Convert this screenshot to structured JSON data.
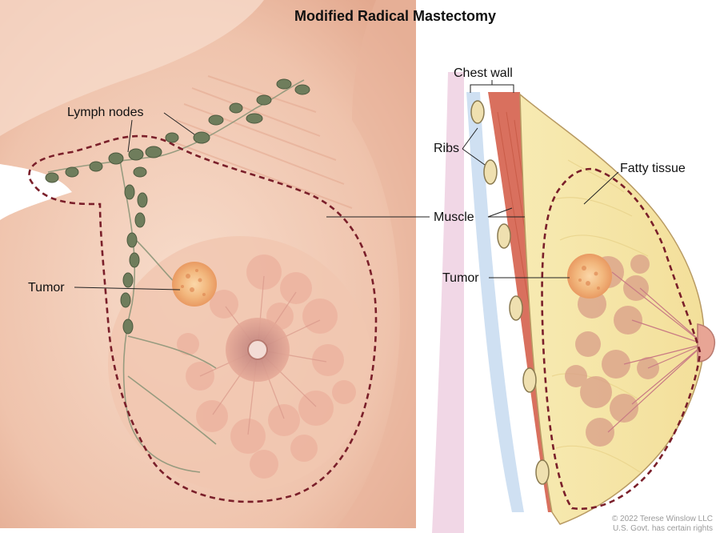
{
  "title": "Modified Radical Mastectomy",
  "labels": {
    "lymph_nodes": "Lymph nodes",
    "tumor_front": "Tumor",
    "chest_wall": "Chest wall",
    "ribs": "Ribs",
    "fatty_tissue": "Fatty tissue",
    "muscle": "Muscle",
    "tumor_side": "Tumor"
  },
  "copyright": {
    "line1": "© 2022 Terese Winslow LLC",
    "line2": "U.S. Govt. has certain rights"
  },
  "colors": {
    "skin": "#f3cdb8",
    "fat": "#f6e7a6",
    "muscle": "#d9705e",
    "node": "#6f7d5c",
    "tumor": "#f0b27a",
    "incision": "#7a1f2a"
  }
}
